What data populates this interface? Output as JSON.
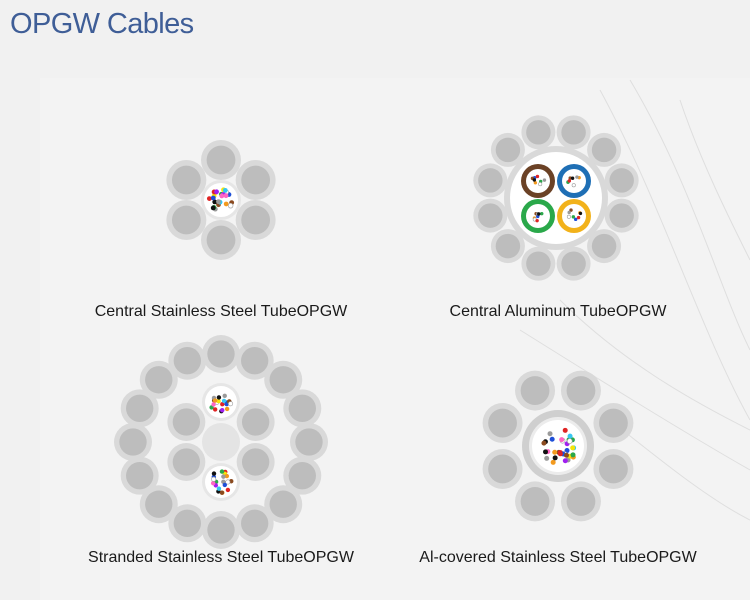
{
  "page": {
    "title": "OPGW Cables"
  },
  "cables": [
    {
      "id": "central-sst",
      "caption_main": "Central Stainless Steel Tube",
      "caption_suffix": "OPGW"
    },
    {
      "id": "central-al",
      "caption_main": "Central Aluminum Tube",
      "caption_suffix": "OPGW"
    },
    {
      "id": "stranded-sst",
      "caption_main": "Stranded Stainless Steel Tube",
      "caption_suffix": "OPGW"
    },
    {
      "id": "alcovered-sst",
      "caption_main": "Al-covered Stainless Steel Tube",
      "caption_suffix": "OPGW"
    }
  ],
  "colors": {
    "title": "#3f5e97",
    "wire_outer": "#d9d9d9",
    "wire_inner": "#bdbdbd",
    "tube_brown": "#6b4226",
    "tube_blue": "#1f6fb5",
    "tube_green": "#2aa84a",
    "tube_yellow": "#f2b21b",
    "fiber_colors": [
      "#1e4fd8",
      "#f29a1e",
      "#2aa84a",
      "#8b4a1f",
      "#9a9a9a",
      "#ffffff",
      "#e02424",
      "#111111",
      "#f5e50a",
      "#a020f0",
      "#ff66c4",
      "#36c6f0"
    ]
  }
}
